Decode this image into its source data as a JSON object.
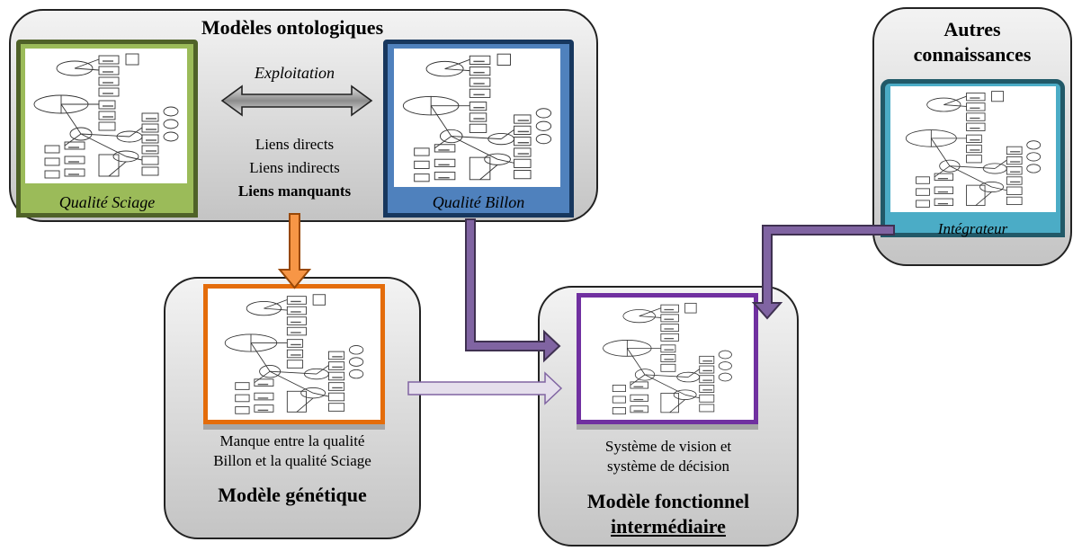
{
  "top_panel": {
    "title": "Modèles ontologiques",
    "exploitation": "Exploitation",
    "links": [
      "Liens directs",
      "Liens indirects",
      "Liens manquants"
    ]
  },
  "qualite_sciage": {
    "label": "Qualité Sciage",
    "color": "#77933c"
  },
  "qualite_billon": {
    "label": "Qualité Billon",
    "color": "#2e5e9a"
  },
  "autres": {
    "title_line1": "Autres",
    "title_line2": "connaissances",
    "label": "Intégrateur",
    "color": "#31a5b5"
  },
  "genetique": {
    "caption_line1": "Manque entre la qualité",
    "caption_line2": "Billon et la qualité Sciage",
    "title": "Modèle génétique",
    "color": "#e46c0a"
  },
  "fonctionnel": {
    "caption_line1": "Système de vision et",
    "caption_line2": "système de décision",
    "title_line1": "Modèle fonctionnel",
    "title_line2": "intermédiaire",
    "color": "#7030a0"
  },
  "arrows": {
    "purple": "#604a7b",
    "orange": "#e46c0a",
    "light": "#ccc0da",
    "double": "#808080"
  }
}
